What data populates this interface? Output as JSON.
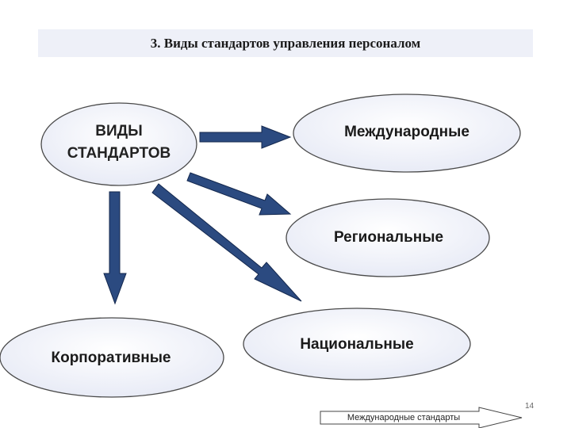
{
  "title": "3. Виды стандартов управления персоналом",
  "nodes": {
    "root": {
      "line1": "ВИДЫ",
      "line2": "СТАНДАРТОВ"
    },
    "international": "Международные",
    "regional": "Региональные",
    "national": "Национальные",
    "corporate": "Корпоративные"
  },
  "footer": {
    "page_number": "14",
    "nav_label": "Международные стандарты"
  },
  "colors": {
    "arrow_fill": "#2b4a80",
    "arrow_stroke": "#14284e",
    "ellipse_fill": "#f3f5fc",
    "ellipse_stroke": "#4a4a4a",
    "title_band": "#eef0f8"
  }
}
